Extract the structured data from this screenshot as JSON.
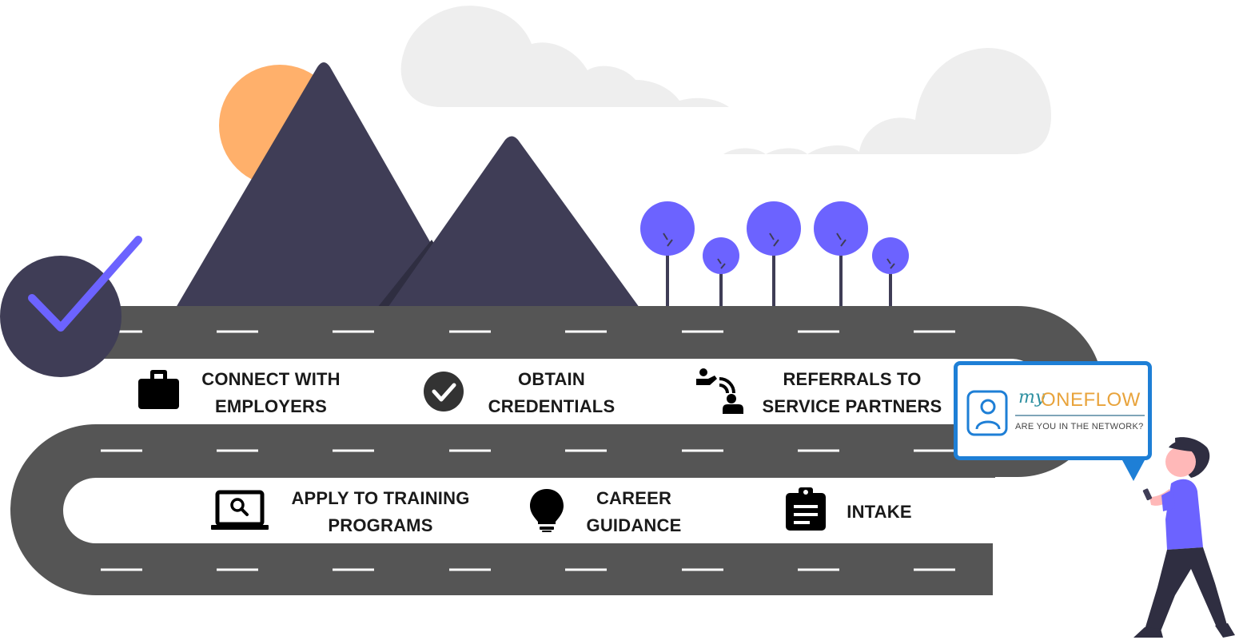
{
  "steps": {
    "connect_employers": {
      "line1": "CONNECT WITH",
      "line2": "EMPLOYERS",
      "icon": "briefcase-icon"
    },
    "obtain_credentials": {
      "line1": "OBTAIN",
      "line2": "CREDENTIALS",
      "icon": "check-circle-icon"
    },
    "referrals": {
      "line1": "REFERRALS TO",
      "line2": "SERVICE PARTNERS",
      "icon": "handshake-referral-icon"
    },
    "apply_training": {
      "line1": "APPLY TO TRAINING",
      "line2": "PROGRAMS",
      "icon": "laptop-search-icon"
    },
    "career_guidance": {
      "line1": "CAREER",
      "line2": "GUIDANCE",
      "icon": "lightbulb-icon"
    },
    "intake": {
      "line1": "INTAKE",
      "icon": "clipboard-icon"
    }
  },
  "logo": {
    "prefix": "my",
    "name": "ONEFLOW",
    "tagline": "ARE YOU IN THE NETWORK?"
  },
  "colors": {
    "road": "#555555",
    "mountain": "#3f3d56",
    "sun": "#ffb06b",
    "tree": "#6c63ff",
    "cloud": "#eeeeee",
    "bubble_border": "#1e7fd6",
    "check_circle": "#3f3d56",
    "check_mark": "#6c63ff"
  }
}
